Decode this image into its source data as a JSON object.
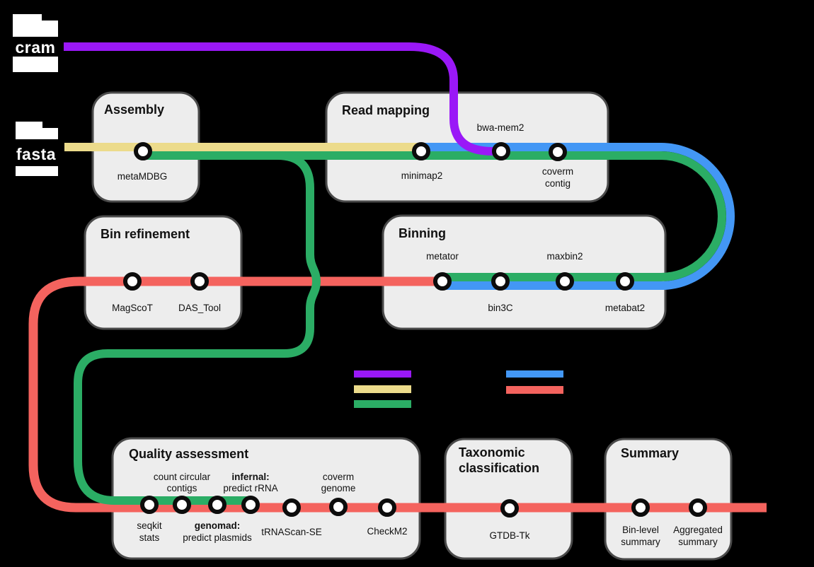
{
  "colors": {
    "purple": "#9A18F7",
    "yellow": "#ECDB8B",
    "green": "#2BAD65",
    "blue": "#4397F5",
    "red": "#F4635E"
  },
  "file_inputs": {
    "cram": "cram",
    "fasta": "fasta"
  },
  "boxes": {
    "assembly": {
      "title": "Assembly",
      "stations": [
        {
          "label": "metaMDBG"
        }
      ]
    },
    "read_mapping": {
      "title": "Read mapping",
      "stations": [
        {
          "label": "minimap2"
        },
        {
          "label": "bwa-mem2"
        },
        {
          "lines": [
            "coverm",
            "contig"
          ]
        }
      ]
    },
    "bin_refinement": {
      "title": "Bin refinement",
      "stations": [
        {
          "label": "MagScoT"
        },
        {
          "label": "DAS_Tool"
        }
      ]
    },
    "binning": {
      "title": "Binning",
      "stations": [
        {
          "label": "metator"
        },
        {
          "label": "bin3C"
        },
        {
          "label": "maxbin2"
        },
        {
          "label": "metabat2"
        }
      ]
    },
    "quality": {
      "title": "Quality assessment",
      "stations": [
        {
          "lines": [
            "seqkit",
            "stats"
          ]
        },
        {
          "lines": [
            "count circular",
            "contigs"
          ]
        },
        {
          "lines": [
            "genomad:",
            "predict plasmids"
          ]
        },
        {
          "lines": [
            "infernal:",
            "predict rRNA"
          ]
        },
        {
          "label": "tRNAScan-SE"
        },
        {
          "lines": [
            "coverm",
            "genome"
          ]
        },
        {
          "label": "CheckM2"
        }
      ]
    },
    "taxonomy": {
      "title_lines": [
        "Taxonomic",
        "classification"
      ],
      "stations": [
        {
          "label": "GTDB-Tk"
        }
      ]
    },
    "summary": {
      "title": "Summary",
      "stations": [
        {
          "lines": [
            "Bin-level",
            "summary"
          ]
        },
        {
          "lines": [
            "Aggregated",
            "summary"
          ]
        }
      ]
    }
  }
}
